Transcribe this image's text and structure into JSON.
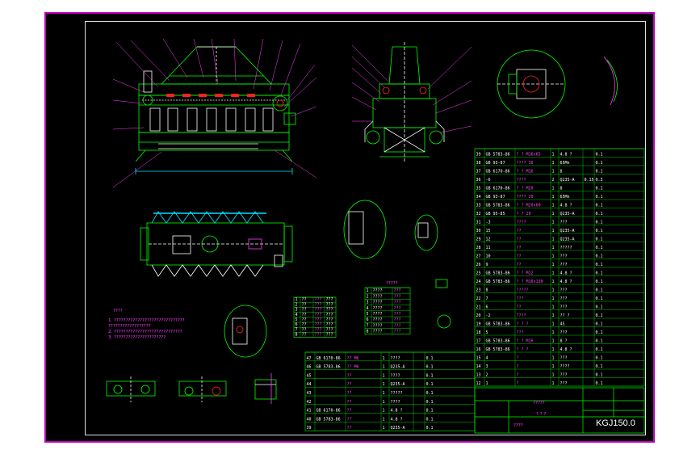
{
  "drawing": {
    "code": "KGJ150.0",
    "title_marks": [
      "?????",
      "? ? ?"
    ],
    "view_marks": [
      "????",
      "????",
      "?????"
    ],
    "notes_title": "????",
    "notes": [
      "1. ??????????????????????????????",
      "   ??????????????????",
      "2. ?????????????????????????????",
      "3. ??????????????????????"
    ],
    "colors": {
      "background": "#000000",
      "frame": "#c000c0",
      "geometry": "#00ff00",
      "accent": "#00e0ff",
      "marks": "#ff3030",
      "text": "#ffffff",
      "annotation": "#ff40ff"
    }
  },
  "parts_list_upper": {
    "rows": [
      [
        "39",
        "GB 5783-86",
        "? ? M16x65",
        "1",
        "4.8 ?",
        "",
        "0.1"
      ],
      [
        "38",
        "GB 93-87",
        "???? 16",
        "1",
        "65Mn",
        "",
        "0.1"
      ],
      [
        "37",
        "GB 6170-86",
        "? ? M16",
        "1",
        "8",
        "",
        "0.1"
      ],
      [
        "36",
        "-6",
        "????",
        "2",
        "Q235-A",
        "0.15",
        "0.3"
      ],
      [
        "35",
        "GB 6170-86",
        "? ? M20",
        "1",
        "8",
        "",
        "0.1"
      ],
      [
        "34",
        "GB 93-87",
        "???? 20",
        "1",
        "65Mn",
        "",
        "0.1"
      ],
      [
        "33",
        "GB 5783-86",
        "? ? M20x60",
        "1",
        "4.8 ?",
        "",
        "0.1"
      ],
      [
        "32",
        "GB 95-85",
        "? ? 20",
        "1",
        "Q235-A",
        "",
        "0.1"
      ],
      [
        "31",
        "-3",
        "????",
        "1",
        "???",
        "",
        "0.1"
      ],
      [
        "30",
        "15",
        "??",
        "1",
        "Q235-A",
        "",
        "0.1"
      ],
      [
        "29",
        "12",
        "??",
        "1",
        "Q235-A",
        "",
        "0.1"
      ],
      [
        "28",
        "11",
        "??",
        "1",
        "?????",
        "",
        "0.1"
      ],
      [
        "27",
        "10",
        "??",
        "1",
        "???",
        "",
        "0.1"
      ],
      [
        "26",
        "9",
        "??",
        "1",
        "???",
        "",
        "0.1"
      ],
      [
        "25",
        "GB 5783-86",
        "? ? M12",
        "1",
        "4.8 ?",
        "",
        "0.1"
      ],
      [
        "24",
        "GB 5783-86",
        "? ? M16x130",
        "1",
        "4.8 ?",
        "",
        "0.1"
      ],
      [
        "23",
        "8",
        "?????",
        "1",
        "???",
        "",
        "0.1"
      ],
      [
        "22",
        "7",
        "???",
        "1",
        "???",
        "",
        "0.1"
      ],
      [
        "21",
        "6",
        "??",
        "1",
        "???",
        "",
        "0.1"
      ],
      [
        "20",
        "-2",
        "????",
        "1",
        "?? ?",
        "",
        "0.1"
      ],
      [
        "19",
        "GB 5783-86",
        "? ? ?",
        "1",
        "45",
        "",
        "0.1"
      ],
      [
        "18",
        "5",
        "???",
        "1",
        "???",
        "",
        "0.1"
      ],
      [
        "17",
        "GB 5783-86",
        "? ? M16",
        "1",
        "8 ?",
        "",
        "0.1"
      ],
      [
        "16",
        "GB 5783-86",
        "? ? ?",
        "1",
        "4.8 ?",
        "",
        "0.1"
      ],
      [
        "15",
        "4",
        "?",
        "1",
        "???",
        "",
        "0.1"
      ],
      [
        "14",
        "3",
        "?",
        "1",
        "????",
        "",
        "0.1"
      ],
      [
        "13",
        "2",
        "?",
        "1",
        "???",
        "",
        "0.1"
      ],
      [
        "12",
        "1",
        "?",
        "1",
        "???",
        "",
        "0.1"
      ]
    ]
  },
  "parts_list_lower": {
    "rows": [
      [
        "47",
        "GB 6170-86",
        "?? M6",
        "1",
        "????",
        "",
        "0.1"
      ],
      [
        "46",
        "GB 5783-86",
        "?? M6",
        "1",
        "Q235-A",
        "",
        "0.1"
      ],
      [
        "45",
        "",
        "??",
        "1",
        "????",
        "",
        "0.1"
      ],
      [
        "44",
        "",
        "??",
        "1",
        "Q235-A",
        "",
        "0.1"
      ],
      [
        "43",
        "",
        "??",
        "1",
        "?????",
        "",
        "0.1"
      ],
      [
        "42",
        "",
        "??",
        "1",
        "????",
        "",
        "0.1"
      ],
      [
        "41",
        "GB 6170-86",
        "??",
        "1",
        "4.8 ?",
        "",
        "0.1"
      ],
      [
        "40",
        "GB 5783-86",
        "??",
        "1",
        "4.8 ?",
        "",
        "0.1"
      ],
      [
        "39",
        "",
        "??",
        "1",
        "Q235-A",
        "",
        "0.1"
      ]
    ]
  },
  "small_table_a": {
    "rows": [
      [
        "1",
        "??",
        "???",
        "???"
      ],
      [
        "2",
        "??",
        "???",
        "???"
      ],
      [
        "3",
        "??",
        "???",
        "???"
      ],
      [
        "4",
        "??",
        "???",
        "???"
      ],
      [
        "5",
        "??",
        "???",
        "???"
      ],
      [
        "6",
        "??",
        "???",
        "???"
      ],
      [
        "7",
        "??",
        "???",
        "???"
      ],
      [
        "8",
        "??",
        "???",
        "???"
      ]
    ]
  },
  "small_table_b": {
    "title": "?????",
    "rows": [
      [
        "1",
        "????",
        "???"
      ],
      [
        "2",
        "????",
        "???"
      ],
      [
        "3",
        "????",
        "???"
      ],
      [
        "4",
        "????",
        "???"
      ],
      [
        "5",
        "????",
        "???"
      ],
      [
        "6",
        "????",
        "???"
      ],
      [
        "7",
        "????",
        "???"
      ],
      [
        "8",
        "????",
        "???"
      ]
    ]
  }
}
